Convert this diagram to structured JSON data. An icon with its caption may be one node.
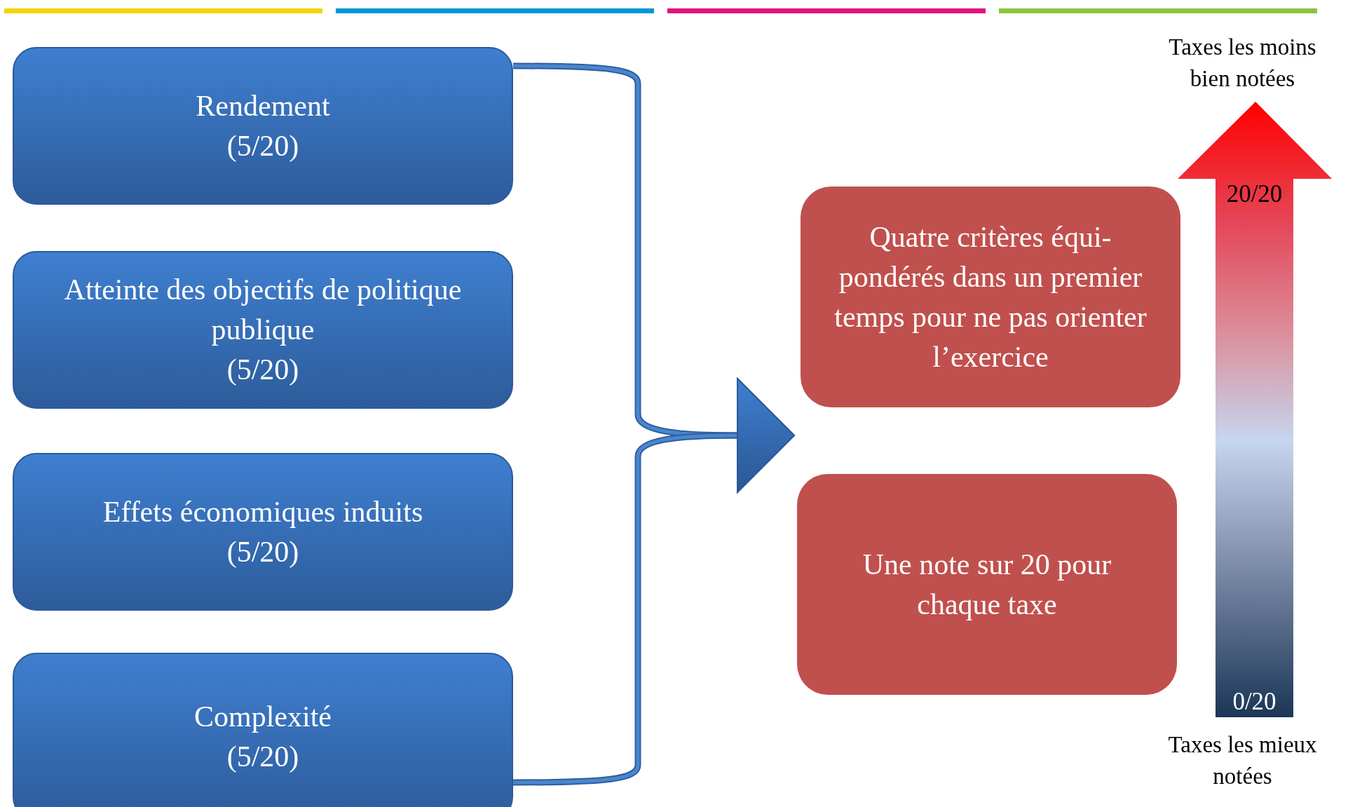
{
  "diagram": {
    "nodes": [
      {
        "text": [
          "Rendement",
          "(5/20)"
        ]
      },
      {
        "text": [
          "Atteinte des objectifs de politique publique",
          "(5/20)"
        ]
      },
      {
        "text": [
          "Effets économiques induits",
          "(5/20)"
        ]
      },
      {
        "text": [
          "Complexité",
          "(5/20)"
        ]
      },
      {
        "text": [
          "Quatre critères équi-pondérés dans un premier temps pour ne pas orienter l’exercice"
        ]
      },
      {
        "text": [
          "Une note sur 20 pour chaque taxe"
        ]
      }
    ],
    "edges": [
      {
        "from": 0,
        "to": null,
        "arrow": "to"
      },
      {
        "from": 3,
        "to": null,
        "arrow": "to"
      }
    ],
    "labels": [
      "Taxes les moins bien notées",
      "20/20",
      "0/20",
      "Taxes les mieux notées"
    ]
  }
}
